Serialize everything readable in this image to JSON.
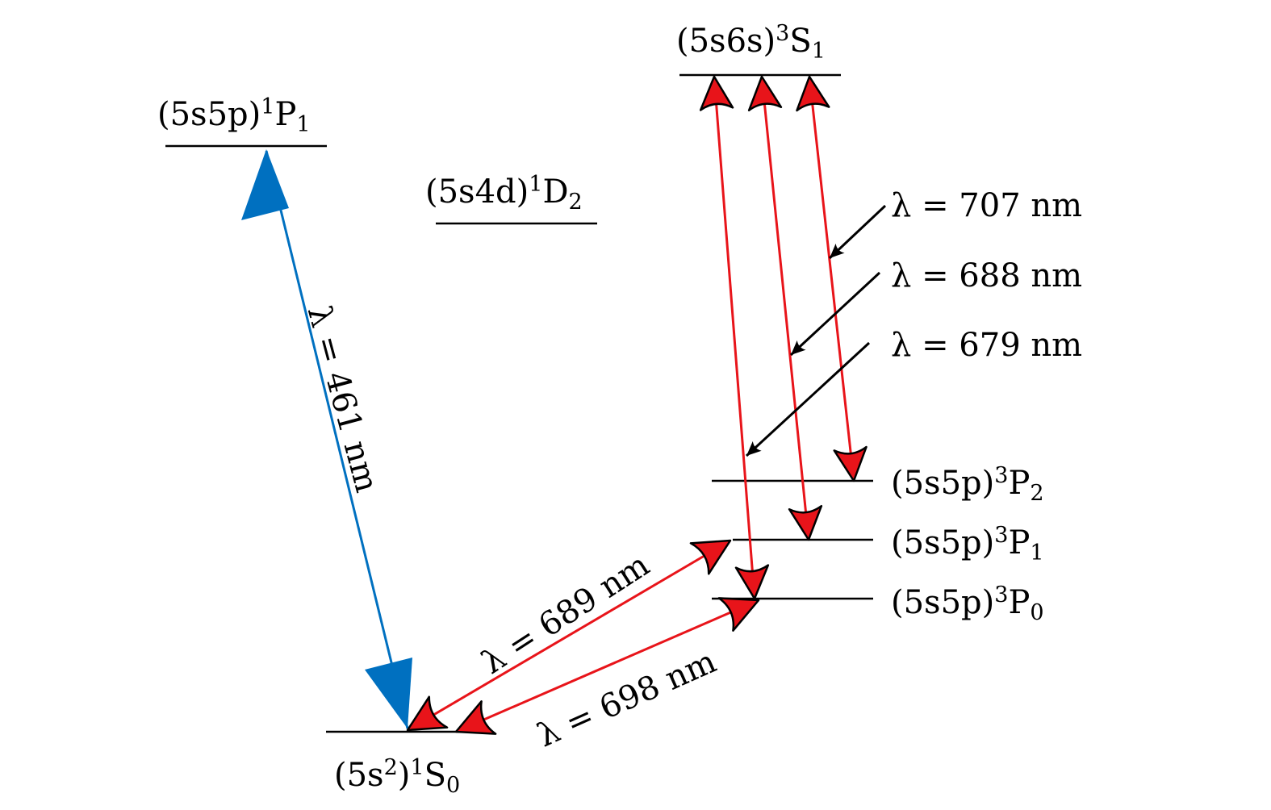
{
  "states": {
    "s1P1": {
      "config": "(5s5p)",
      "mult": "1",
      "term": "P",
      "J": "1"
    },
    "s1D2": {
      "config": "(5s4d)",
      "mult": "1",
      "term": "D",
      "J": "2"
    },
    "s3S1": {
      "config": "(5s6s)",
      "mult": "3",
      "term": "S",
      "J": "1"
    },
    "s3P2": {
      "config": "(5s5p)",
      "mult": "3",
      "term": "P",
      "J": "2"
    },
    "s3P1": {
      "config": "(5s5p)",
      "mult": "3",
      "term": "P",
      "J": "1"
    },
    "s3P0": {
      "config": "(5s5p)",
      "mult": "3",
      "term": "P",
      "J": "0"
    },
    "s1S0": {
      "config_open": "(5s",
      "config_sup": "2",
      "config_close": ")",
      "mult": "1",
      "term": "S",
      "J": "0"
    }
  },
  "transitions": {
    "t461": {
      "label": "λ = 461 nm",
      "color": "#0070c0"
    },
    "t689": {
      "label": "λ = 689 nm",
      "color": "#e8141a"
    },
    "t698": {
      "label": "λ = 698 nm",
      "color": "#e8141a"
    },
    "t707": {
      "label": "λ = 707 nm",
      "color": "#e8141a"
    },
    "t688": {
      "label": "λ = 688 nm",
      "color": "#e8141a"
    },
    "t679": {
      "label": "λ = 679 nm",
      "color": "#e8141a"
    }
  }
}
